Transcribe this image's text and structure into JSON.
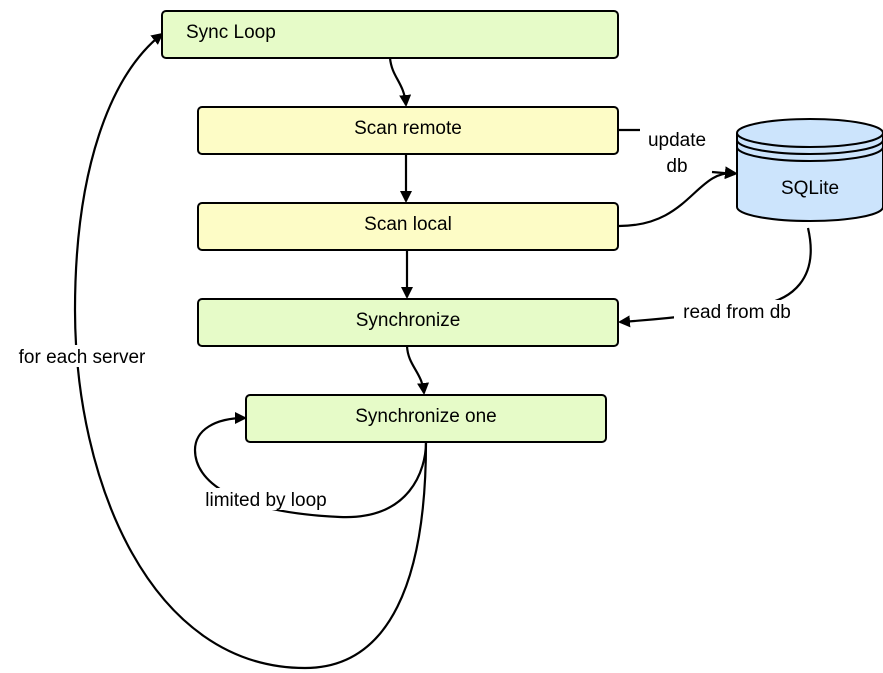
{
  "nodes": {
    "sync_loop": {
      "label": "Sync Loop",
      "fill": "#e6fbc8",
      "stroke": "#000000"
    },
    "scan_remote": {
      "label": "Scan remote",
      "fill": "#fdfcc6",
      "stroke": "#000000"
    },
    "scan_local": {
      "label": "Scan local",
      "fill": "#fdfcc6",
      "stroke": "#000000"
    },
    "synchronize": {
      "label": "Synchronize",
      "fill": "#e6fbc8",
      "stroke": "#000000"
    },
    "synchronize_one": {
      "label": "Synchronize one",
      "fill": "#e6fbc8",
      "stroke": "#000000"
    },
    "sqlite": {
      "label": "SQLite",
      "fill": "#cce4fc",
      "stroke": "#000000"
    }
  },
  "edges": {
    "update_db": {
      "label_line1": "update",
      "label_line2": "db"
    },
    "read_from_db": {
      "label": "read from db"
    },
    "limited_by_loop": {
      "label": "limited by loop"
    },
    "for_each_server": {
      "label": "for each server"
    }
  }
}
